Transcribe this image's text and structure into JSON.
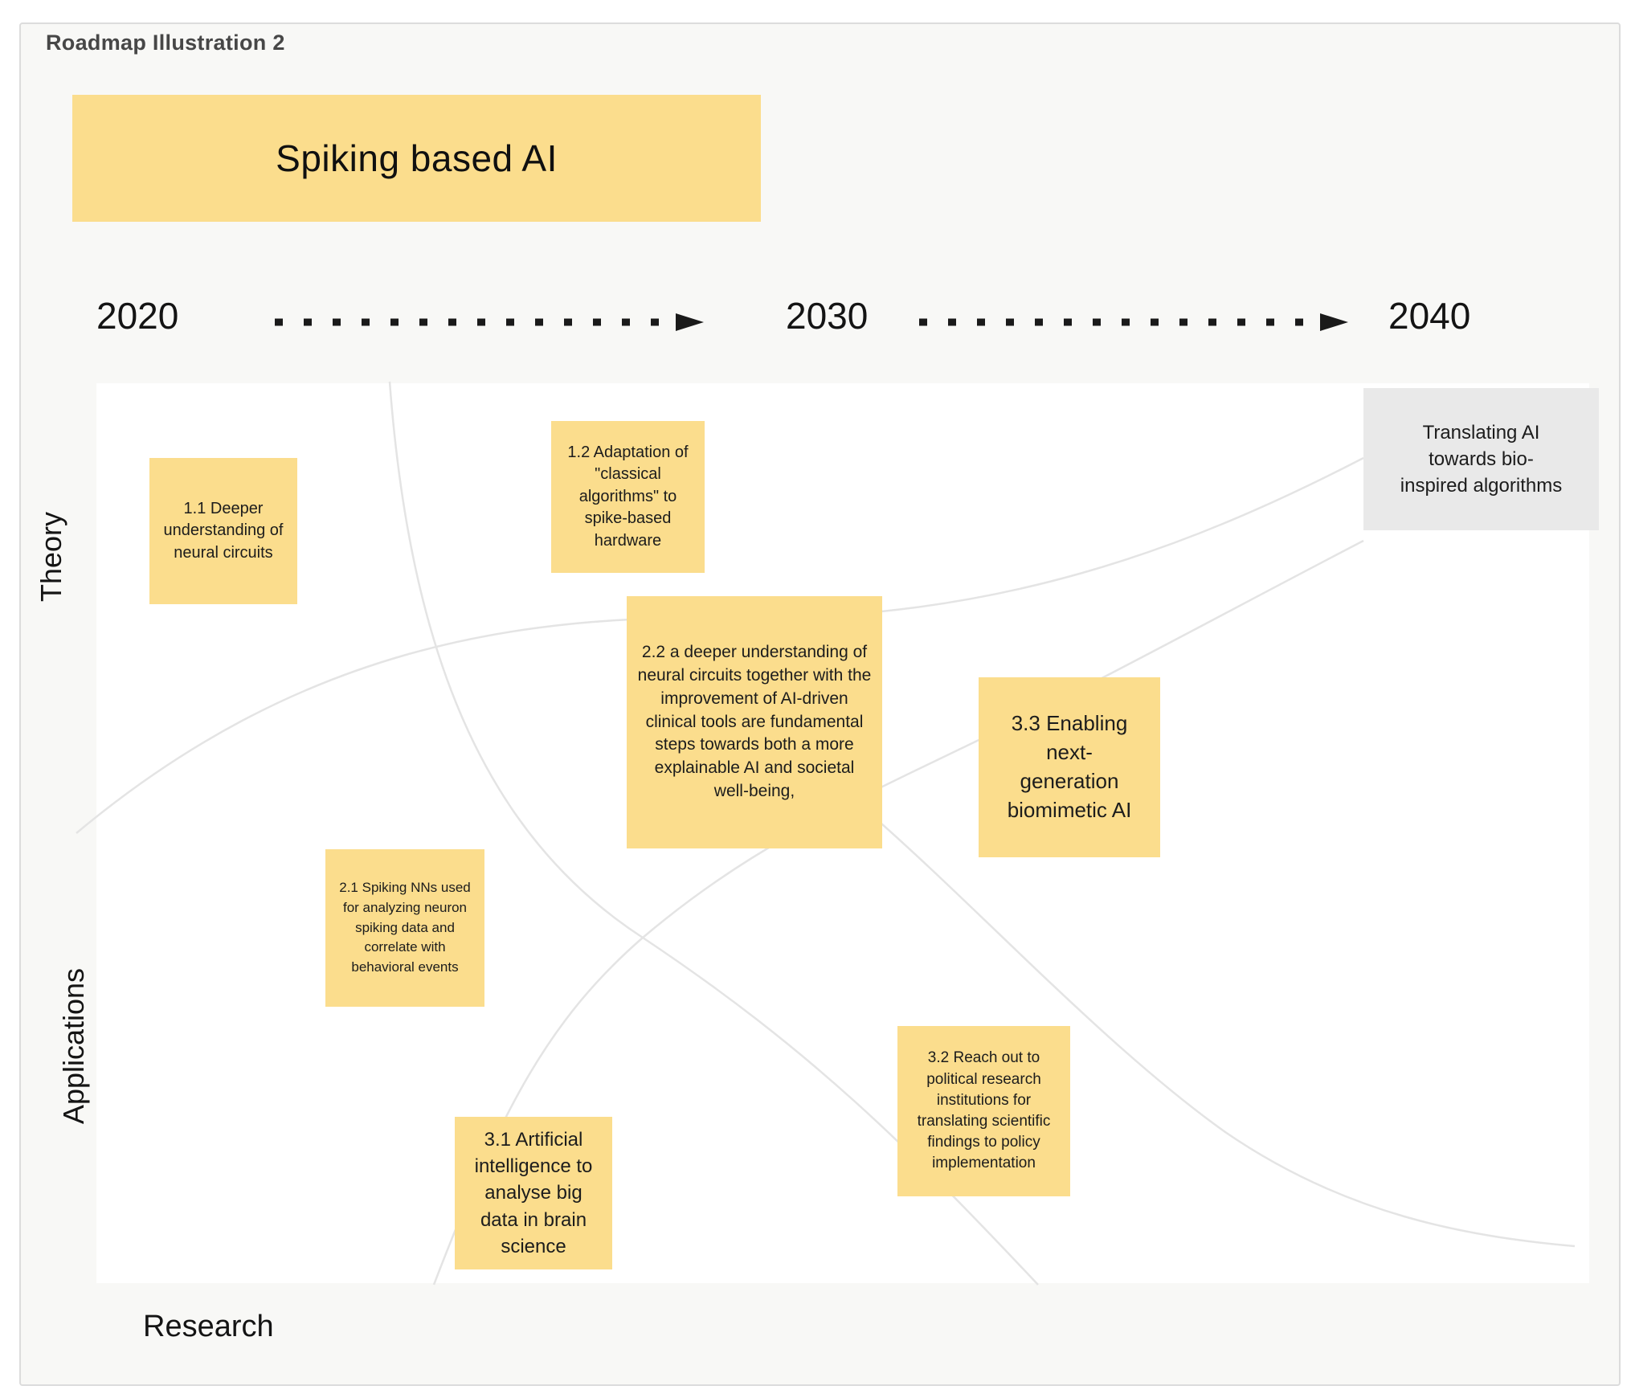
{
  "page": {
    "title": "Roadmap Illustration 2"
  },
  "banner": {
    "label": "Spiking based AI"
  },
  "timeline": {
    "years": [
      "2020",
      "2030",
      "2040"
    ]
  },
  "axis_labels": {
    "theory": "Theory",
    "applications": "Applications",
    "research": "Research"
  },
  "notes": [
    {
      "id": "1.1",
      "text": "1.1 Deeper understanding of neural circuits",
      "color": "#fbdd8d"
    },
    {
      "id": "1.2",
      "text": "1.2 Adaptation of \"classical algorithms\" to spike-based hardware",
      "color": "#fbdd8d"
    },
    {
      "id": "2.1",
      "text": "2.1 Spiking NNs used for analyzing neuron spiking data and correlate with behavioral events",
      "color": "#fbdd8d"
    },
    {
      "id": "2.2",
      "text": "2.2 a deeper understanding of neural circuits together with the improvement of AI-driven clinical tools are fundamental steps towards both a more explainable AI and societal well-being,",
      "color": "#fbdd8d"
    },
    {
      "id": "3.1",
      "text": "3.1 Artificial intelligence to analyse big data in brain science",
      "color": "#fbdd8d"
    },
    {
      "id": "3.2",
      "text": "3.2 Reach out to political research institutions for translating scientific findings to policy implementation",
      "color": "#fbdd8d"
    },
    {
      "id": "3.3",
      "text": "3.3 Enabling next-generation biomimetic AI",
      "color": "#fbdd8d"
    },
    {
      "id": "translating-ai",
      "text": "Translating AI towards bio-inspired algorithms",
      "color": "#e9e9e9"
    }
  ],
  "colors": {
    "sticky_yellow": "#fbdd8d",
    "sticky_gray": "#e9e9e9",
    "panel_background": "#f8f8f6",
    "curve_gray": "#e4e4e4",
    "text_dark": "#1c1c1c"
  }
}
